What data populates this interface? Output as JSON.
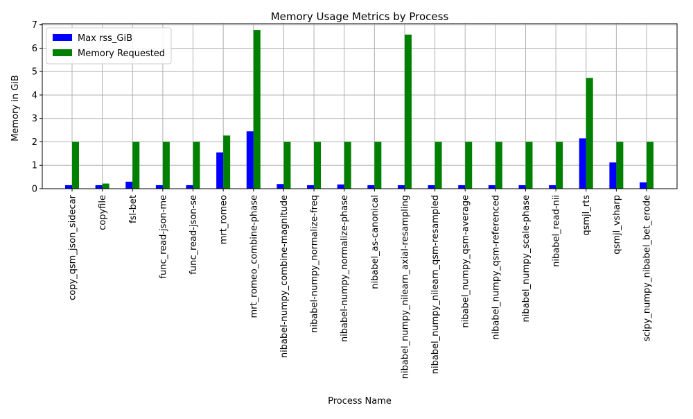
{
  "chart_data": {
    "type": "bar",
    "title": "Memory Usage Metrics by Process",
    "xlabel": "Process Name",
    "ylabel": "Memory in GiB",
    "ylim": [
      0,
      7.05
    ],
    "yticks": [
      0,
      1,
      2,
      3,
      4,
      5,
      6,
      7
    ],
    "grid": true,
    "legend_position": "upper-left",
    "categories": [
      "copy_qsm_json_sidecar",
      "copyfile",
      "fsl-bet",
      "func_read-json-me",
      "func_read-json-se",
      "mrt_romeo",
      "mrt_romeo_combine-phase",
      "nibabel-numpy_combine-magnitude",
      "nibabel-numpy_normalize-freq",
      "nibabel-numpy_normalize-phase",
      "nibabel_as-canonical",
      "nibabel_numpy_nilearn_axial-resampling",
      "nibabel_numpy_nilearn_qsm-resampled",
      "nibabel_numpy_qsm-average",
      "nibabel_numpy_qsm-referenced",
      "nibabel_numpy_scale-phase",
      "nibabel_read-nii",
      "qsmjl_rts",
      "qsmjl_vsharp",
      "scipy_numpy_nibabel_bet_erode"
    ],
    "series": [
      {
        "name": "Max rss_GiB",
        "color": "#0000ff",
        "values": [
          0.15,
          0.15,
          0.3,
          0.15,
          0.15,
          1.55,
          2.45,
          0.2,
          0.15,
          0.18,
          0.15,
          0.15,
          0.15,
          0.15,
          0.15,
          0.15,
          0.15,
          2.15,
          1.12,
          0.27
        ]
      },
      {
        "name": "Memory Requested",
        "color": "#008000",
        "values": [
          2.0,
          0.22,
          2.0,
          2.0,
          2.0,
          2.27,
          6.78,
          2.0,
          2.0,
          2.0,
          2.0,
          6.58,
          2.0,
          2.0,
          2.0,
          2.0,
          2.0,
          4.73,
          2.0,
          2.0
        ]
      }
    ]
  }
}
